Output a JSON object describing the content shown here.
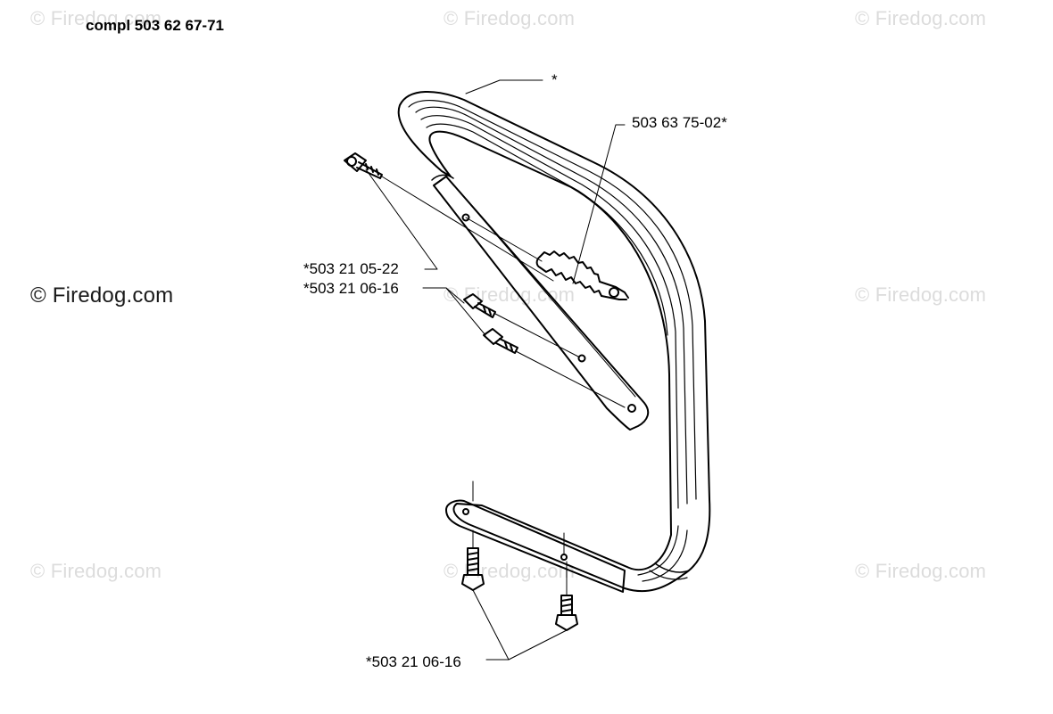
{
  "watermark": {
    "text": "© Firedog.com"
  },
  "title": "compl 503 62 67-71",
  "callouts": {
    "handle": "*",
    "spring": "503 63 75-02*",
    "screw_long": "*503 21 05-22",
    "screw_short": "*503 21 06-16",
    "screws_bottom": "*503 21 06-16"
  }
}
